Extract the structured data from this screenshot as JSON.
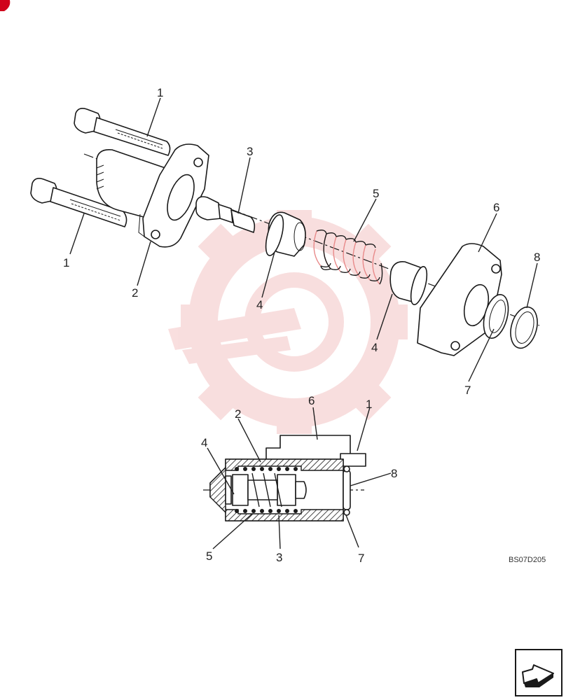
{
  "exploded_callouts": [
    "1",
    "3",
    "5",
    "6",
    "8",
    "1",
    "2",
    "4",
    "4",
    "7"
  ],
  "section_callouts": [
    "6",
    "1",
    "2",
    "4",
    "8",
    "5",
    "3",
    "7"
  ],
  "figure_code": "BS07D205",
  "colors": {
    "line": "#1a1a1a",
    "watermark": "#f4c4c4",
    "corner_mark": "#d0021b"
  },
  "icons": [
    "next-page-arrow-icon",
    "watermark-gear-icon",
    "corner-mark-icon"
  ]
}
